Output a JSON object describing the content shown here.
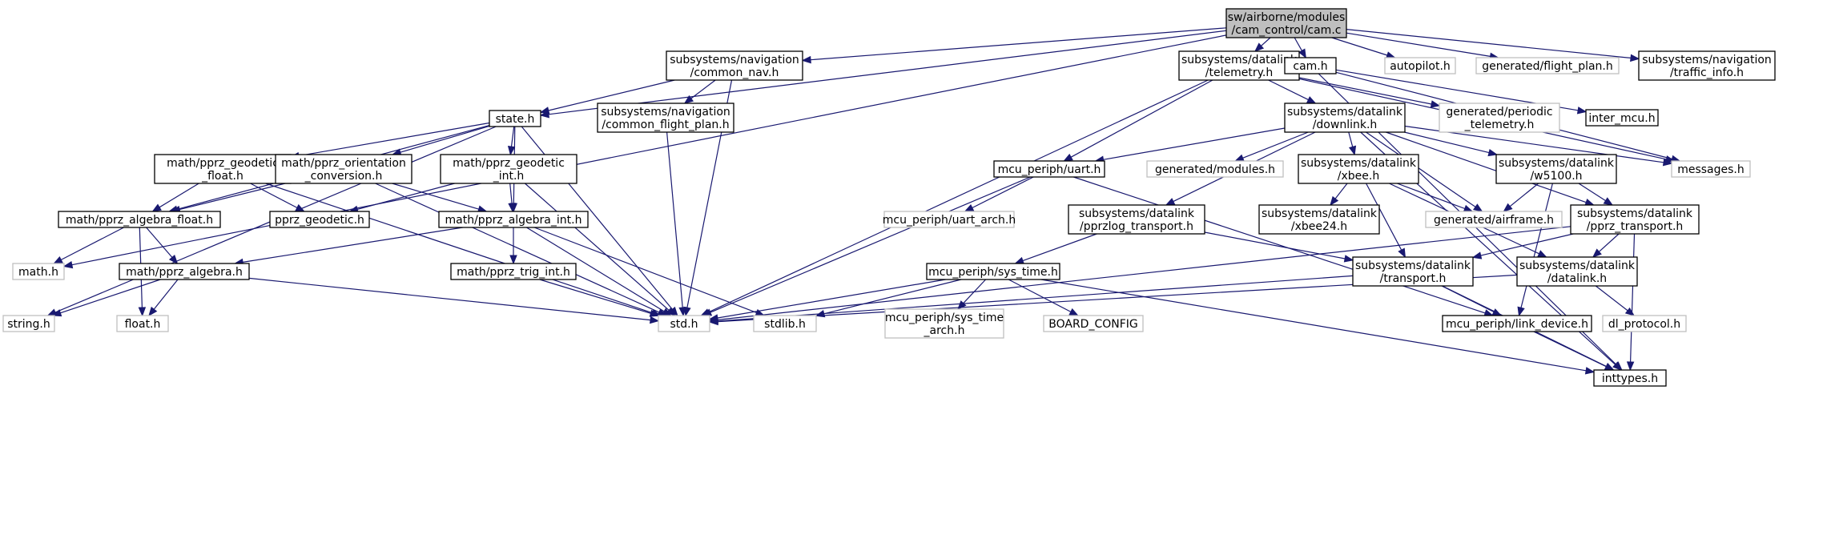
{
  "graph": {
    "nodes": [
      {
        "id": "cam_c",
        "lines": [
          "sw/airborne/modules",
          "/cam_control/cam.c"
        ],
        "kind": "root"
      },
      {
        "id": "state_h",
        "lines": [
          "state.h"
        ],
        "kind": "dep"
      },
      {
        "id": "math_h",
        "lines": [
          "math.h"
        ],
        "kind": "unresolved"
      },
      {
        "id": "common_nav_h",
        "lines": [
          "subsystems/navigation",
          "/common_nav.h"
        ],
        "kind": "dep"
      },
      {
        "id": "telemetry_h",
        "lines": [
          "subsystems/datalink",
          "/telemetry.h"
        ],
        "kind": "dep"
      },
      {
        "id": "cam_h",
        "lines": [
          "cam.h"
        ],
        "kind": "dep"
      },
      {
        "id": "autopilot_h",
        "lines": [
          "autopilot.h"
        ],
        "kind": "unresolved"
      },
      {
        "id": "gen_flight_plan_h",
        "lines": [
          "generated/flight_plan.h"
        ],
        "kind": "unresolved"
      },
      {
        "id": "traffic_info_h",
        "lines": [
          "subsystems/navigation",
          "/traffic_info.h"
        ],
        "kind": "dep"
      },
      {
        "id": "common_flight_plan_h",
        "lines": [
          "subsystems/navigation",
          "/common_flight_plan.h"
        ],
        "kind": "dep"
      },
      {
        "id": "downlink_h",
        "lines": [
          "subsystems/datalink",
          "/downlink.h"
        ],
        "kind": "dep"
      },
      {
        "id": "gen_periodic_telemetry_h",
        "lines": [
          "generated/periodic",
          "_telemetry.h"
        ],
        "kind": "unresolved"
      },
      {
        "id": "inter_mcu_h",
        "lines": [
          "inter_mcu.h"
        ],
        "kind": "dep"
      },
      {
        "id": "pprz_geodetic_float_h",
        "lines": [
          "math/pprz_geodetic",
          "_float.h"
        ],
        "kind": "dep"
      },
      {
        "id": "pprz_orientation_conversion_h",
        "lines": [
          "math/pprz_orientation",
          "_conversion.h"
        ],
        "kind": "dep"
      },
      {
        "id": "pprz_geodetic_int_h",
        "lines": [
          "math/pprz_geodetic",
          "_int.h"
        ],
        "kind": "dep"
      },
      {
        "id": "uart_h",
        "lines": [
          "mcu_periph/uart.h"
        ],
        "kind": "dep"
      },
      {
        "id": "gen_modules_h",
        "lines": [
          "generated/modules.h"
        ],
        "kind": "unresolved"
      },
      {
        "id": "xbee_h",
        "lines": [
          "subsystems/datalink",
          "/xbee.h"
        ],
        "kind": "dep"
      },
      {
        "id": "w5100_h",
        "lines": [
          "subsystems/datalink",
          "/w5100.h"
        ],
        "kind": "dep"
      },
      {
        "id": "messages_h",
        "lines": [
          "messages.h"
        ],
        "kind": "unresolved"
      },
      {
        "id": "pprz_algebra_float_h",
        "lines": [
          "math/pprz_algebra_float.h"
        ],
        "kind": "dep"
      },
      {
        "id": "pprz_geodetic_h",
        "lines": [
          "pprz_geodetic.h"
        ],
        "kind": "dep"
      },
      {
        "id": "pprz_algebra_int_h",
        "lines": [
          "math/pprz_algebra_int.h"
        ],
        "kind": "dep"
      },
      {
        "id": "uart_arch_h",
        "lines": [
          "mcu_periph/uart_arch.h"
        ],
        "kind": "unresolved"
      },
      {
        "id": "pprzlog_transport_h",
        "lines": [
          "subsystems/datalink",
          "/pprzlog_transport.h"
        ],
        "kind": "dep"
      },
      {
        "id": "xbee24_h",
        "lines": [
          "subsystems/datalink",
          "/xbee24.h"
        ],
        "kind": "dep"
      },
      {
        "id": "gen_airframe_h",
        "lines": [
          "generated/airframe.h"
        ],
        "kind": "unresolved"
      },
      {
        "id": "pprz_transport_h",
        "lines": [
          "subsystems/datalink",
          "/pprz_transport.h"
        ],
        "kind": "dep"
      },
      {
        "id": "math_h2",
        "lines": [
          "math.h"
        ],
        "kind": "unresolved"
      },
      {
        "id": "pprz_algebra_h",
        "lines": [
          "math/pprz_algebra.h"
        ],
        "kind": "dep"
      },
      {
        "id": "pprz_trig_int_h",
        "lines": [
          "math/pprz_trig_int.h"
        ],
        "kind": "dep"
      },
      {
        "id": "sys_time_h",
        "lines": [
          "mcu_periph/sys_time.h"
        ],
        "kind": "dep"
      },
      {
        "id": "transport_h",
        "lines": [
          "subsystems/datalink",
          "/transport.h"
        ],
        "kind": "dep"
      },
      {
        "id": "datalink_h",
        "lines": [
          "subsystems/datalink",
          "/datalink.h"
        ],
        "kind": "dep"
      },
      {
        "id": "string_h",
        "lines": [
          "string.h"
        ],
        "kind": "unresolved"
      },
      {
        "id": "float_h",
        "lines": [
          "float.h"
        ],
        "kind": "unresolved"
      },
      {
        "id": "std_h",
        "lines": [
          "std.h"
        ],
        "kind": "unresolved"
      },
      {
        "id": "stdlib_h",
        "lines": [
          "stdlib.h"
        ],
        "kind": "unresolved"
      },
      {
        "id": "sys_time_arch_h",
        "lines": [
          "mcu_periph/sys_time",
          "_arch.h"
        ],
        "kind": "unresolved"
      },
      {
        "id": "board_config",
        "lines": [
          "BOARD_CONFIG"
        ],
        "kind": "unresolved"
      },
      {
        "id": "link_device_h",
        "lines": [
          "mcu_periph/link_device.h"
        ],
        "kind": "dep"
      },
      {
        "id": "dl_protocol_h",
        "lines": [
          "dl_protocol.h"
        ],
        "kind": "unresolved"
      },
      {
        "id": "inttypes_h",
        "lines": [
          "inttypes.h"
        ],
        "kind": "dep"
      }
    ],
    "edges": [
      [
        "cam_c",
        "state_h"
      ],
      [
        "cam_c",
        "math_h"
      ],
      [
        "cam_c",
        "common_nav_h"
      ],
      [
        "cam_c",
        "telemetry_h"
      ],
      [
        "cam_c",
        "cam_h"
      ],
      [
        "cam_c",
        "autopilot_h"
      ],
      [
        "cam_c",
        "gen_flight_plan_h"
      ],
      [
        "cam_c",
        "traffic_info_h"
      ],
      [
        "common_nav_h",
        "state_h"
      ],
      [
        "common_nav_h",
        "common_flight_plan_h"
      ],
      [
        "common_nav_h",
        "std_h"
      ],
      [
        "common_flight_plan_h",
        "std_h"
      ],
      [
        "telemetry_h",
        "std_h"
      ],
      [
        "telemetry_h",
        "uart_h"
      ],
      [
        "telemetry_h",
        "downlink_h"
      ],
      [
        "telemetry_h",
        "gen_periodic_telemetry_h"
      ],
      [
        "telemetry_h",
        "messages_h"
      ],
      [
        "cam_h",
        "inter_mcu_h"
      ],
      [
        "cam_h",
        "messages_h"
      ],
      [
        "cam_h",
        "inttypes_h"
      ],
      [
        "state_h",
        "string_h"
      ],
      [
        "state_h",
        "pprz_algebra_float_h"
      ],
      [
        "state_h",
        "pprz_geodetic_float_h"
      ],
      [
        "state_h",
        "pprz_orientation_conversion_h"
      ],
      [
        "state_h",
        "pprz_geodetic_int_h"
      ],
      [
        "state_h",
        "pprz_algebra_int_h"
      ],
      [
        "state_h",
        "std_h"
      ],
      [
        "downlink_h",
        "uart_h"
      ],
      [
        "downlink_h",
        "gen_modules_h"
      ],
      [
        "downlink_h",
        "xbee_h"
      ],
      [
        "downlink_h",
        "w5100_h"
      ],
      [
        "downlink_h",
        "messages_h"
      ],
      [
        "downlink_h",
        "gen_airframe_h"
      ],
      [
        "downlink_h",
        "pprzlog_transport_h"
      ],
      [
        "downlink_h",
        "pprz_transport_h"
      ],
      [
        "downlink_h",
        "inttypes_h"
      ],
      [
        "pprz_geodetic_float_h",
        "pprz_algebra_float_h"
      ],
      [
        "pprz_geodetic_float_h",
        "pprz_geodetic_h"
      ],
      [
        "pprz_geodetic_float_h",
        "std_h"
      ],
      [
        "pprz_orientation_conversion_h",
        "pprz_algebra_float_h"
      ],
      [
        "pprz_orientation_conversion_h",
        "pprz_algebra_int_h"
      ],
      [
        "pprz_orientation_conversion_h",
        "std_h"
      ],
      [
        "pprz_geodetic_int_h",
        "pprz_geodetic_h"
      ],
      [
        "pprz_geodetic_int_h",
        "pprz_algebra_int_h"
      ],
      [
        "pprz_geodetic_int_h",
        "std_h"
      ],
      [
        "uart_h",
        "uart_arch_h"
      ],
      [
        "uart_h",
        "std_h"
      ],
      [
        "uart_h",
        "link_device_h"
      ],
      [
        "xbee_h",
        "xbee24_h"
      ],
      [
        "xbee_h",
        "gen_airframe_h"
      ],
      [
        "xbee_h",
        "transport_h"
      ],
      [
        "xbee_h",
        "datalink_h"
      ],
      [
        "w5100_h",
        "gen_airframe_h"
      ],
      [
        "w5100_h",
        "pprz_transport_h"
      ],
      [
        "w5100_h",
        "link_device_h"
      ],
      [
        "pprz_algebra_float_h",
        "math_h2"
      ],
      [
        "pprz_algebra_float_h",
        "pprz_algebra_h"
      ],
      [
        "pprz_algebra_float_h",
        "float_h"
      ],
      [
        "pprz_algebra_int_h",
        "pprz_algebra_h"
      ],
      [
        "pprz_algebra_int_h",
        "pprz_trig_int_h"
      ],
      [
        "pprz_algebra_int_h",
        "std_h"
      ],
      [
        "pprz_algebra_int_h",
        "stdlib_h"
      ],
      [
        "pprzlog_transport_h",
        "sys_time_h"
      ],
      [
        "pprzlog_transport_h",
        "transport_h"
      ],
      [
        "pprz_transport_h",
        "std_h"
      ],
      [
        "pprz_transport_h",
        "transport_h"
      ],
      [
        "pprz_transport_h",
        "datalink_h"
      ],
      [
        "pprz_transport_h",
        "inttypes_h"
      ],
      [
        "pprz_algebra_h",
        "string_h"
      ],
      [
        "pprz_algebra_h",
        "float_h"
      ],
      [
        "pprz_algebra_h",
        "std_h"
      ],
      [
        "pprz_trig_int_h",
        "std_h"
      ],
      [
        "sys_time_h",
        "std_h"
      ],
      [
        "sys_time_h",
        "stdlib_h"
      ],
      [
        "sys_time_h",
        "sys_time_arch_h"
      ],
      [
        "sys_time_h",
        "board_config"
      ],
      [
        "sys_time_h",
        "inttypes_h"
      ],
      [
        "transport_h",
        "std_h"
      ],
      [
        "transport_h",
        "link_device_h"
      ],
      [
        "transport_h",
        "inttypes_h"
      ],
      [
        "datalink_h",
        "std_h"
      ],
      [
        "datalink_h",
        "dl_protocol_h"
      ],
      [
        "link_device_h",
        "inttypes_h"
      ]
    ]
  }
}
